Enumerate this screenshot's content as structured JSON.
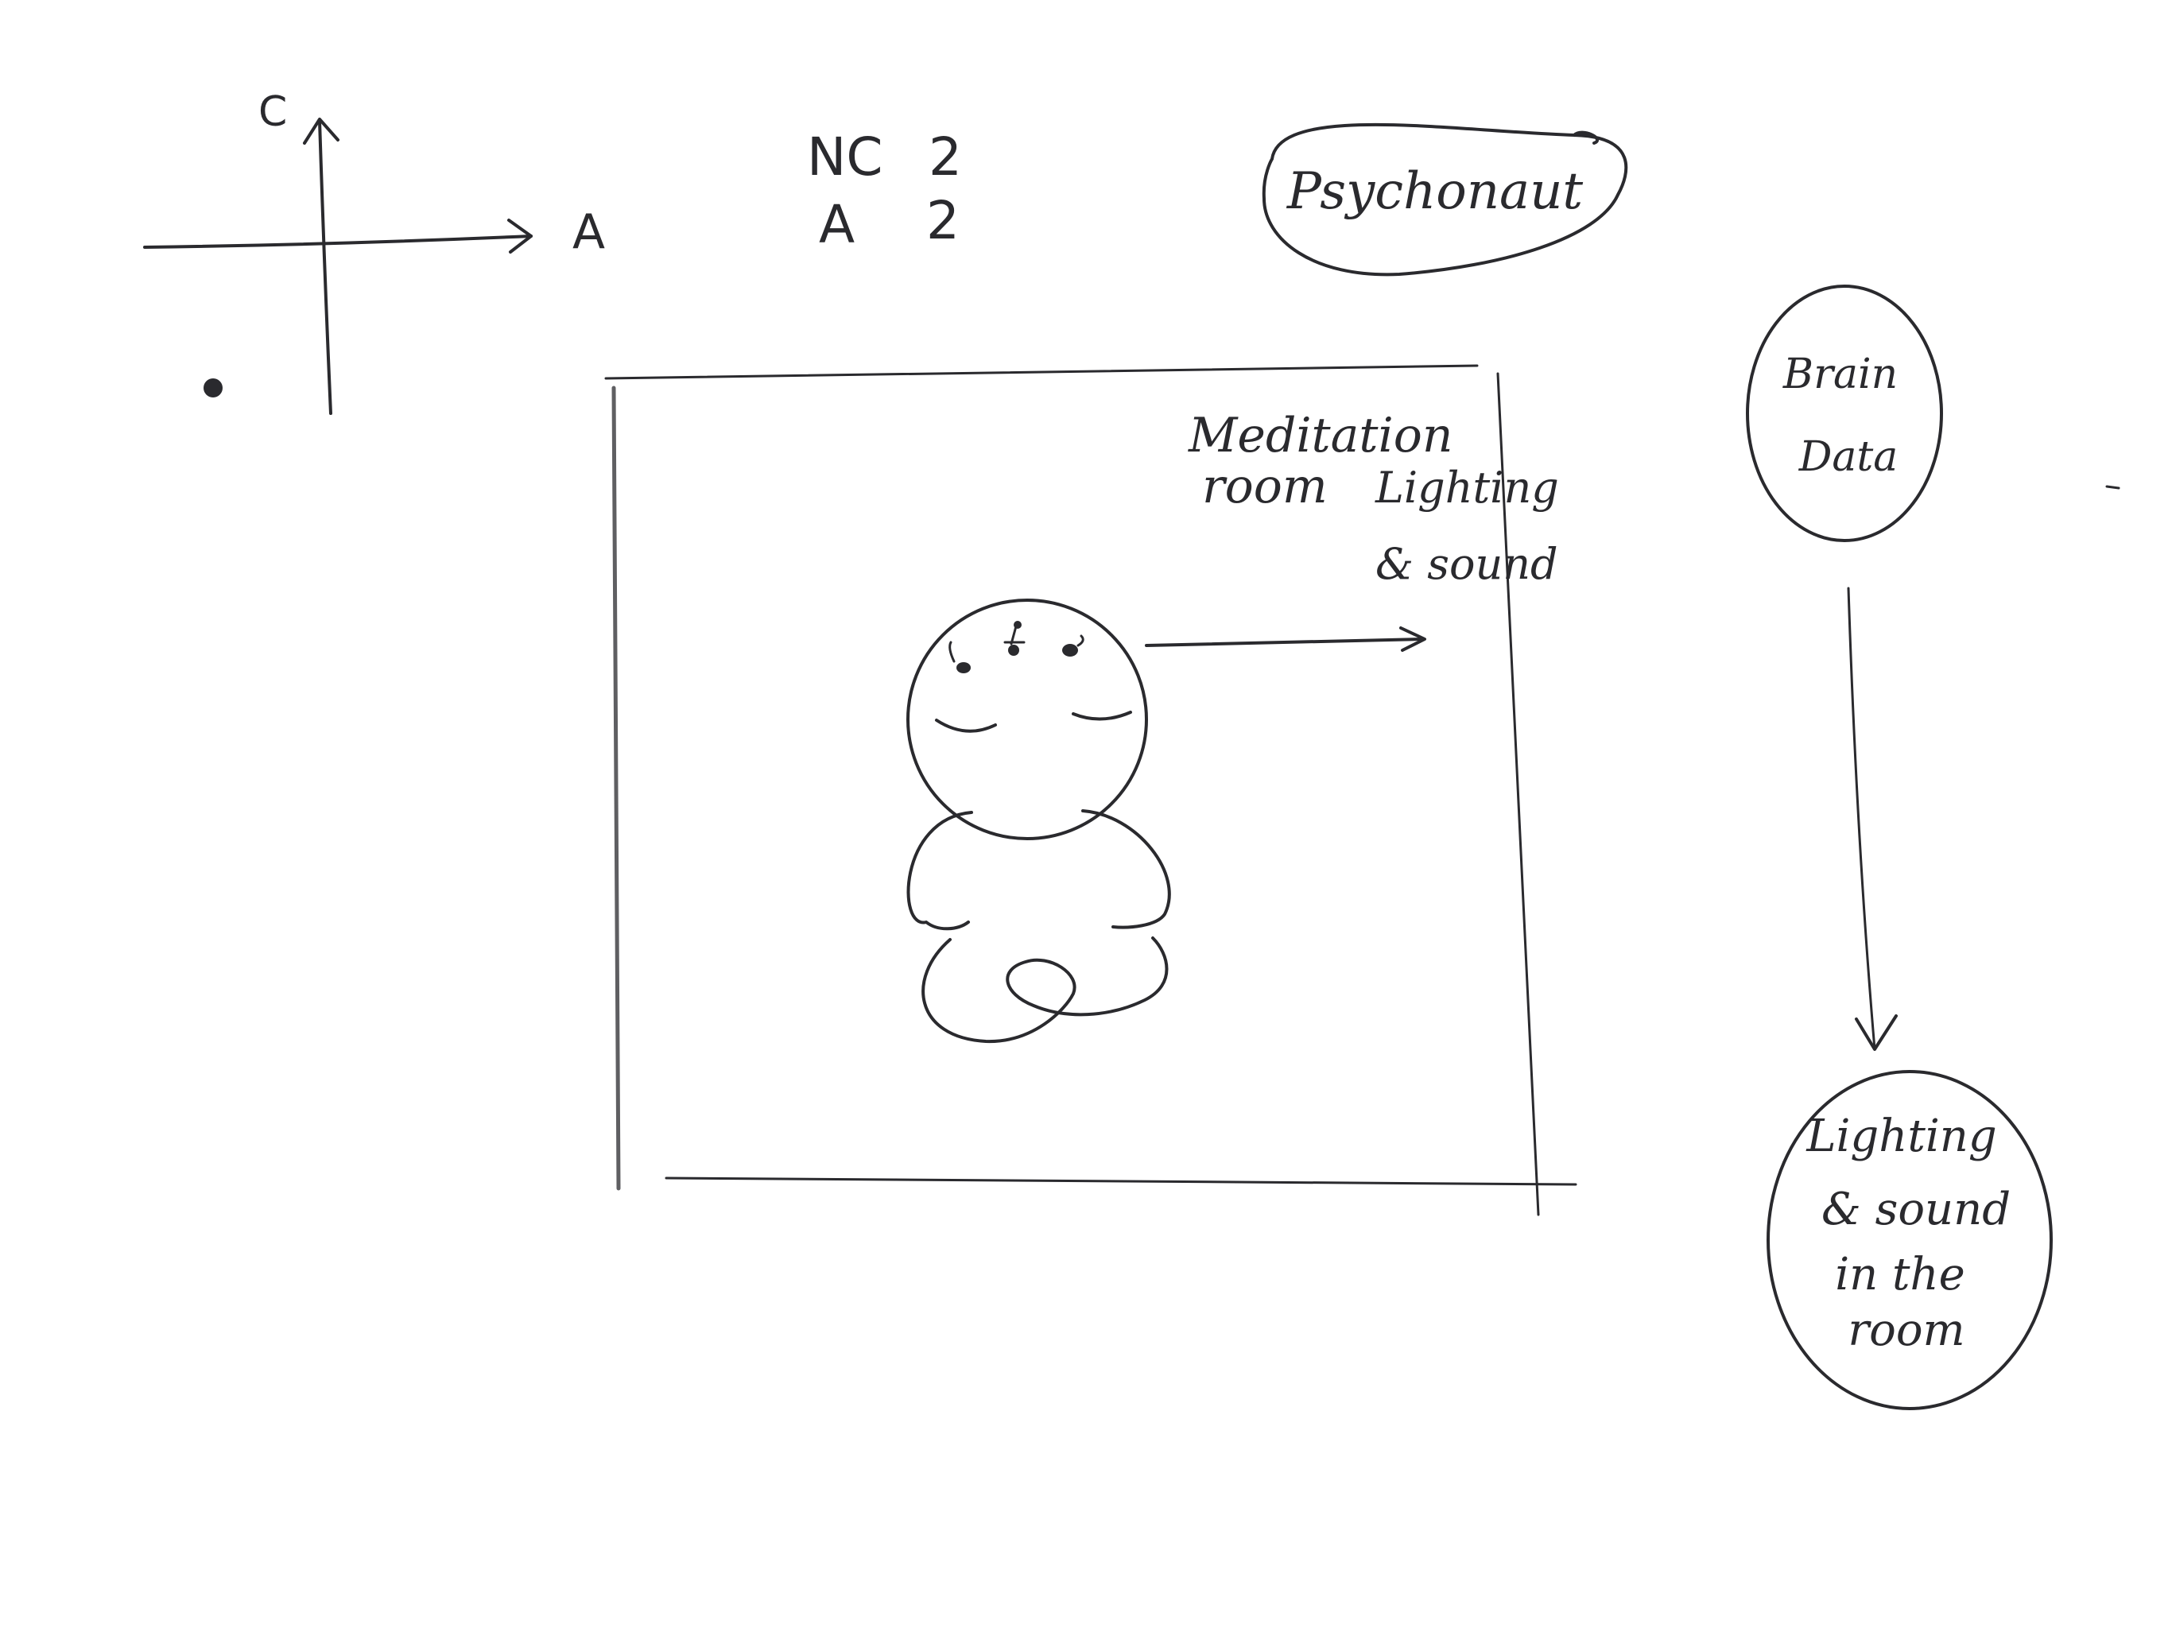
{
  "axes": {
    "y_label": "C",
    "x_label": "A"
  },
  "scores": [
    {
      "label": "NC",
      "value": "2"
    },
    {
      "label": "A",
      "value": "2"
    }
  ],
  "title_oval": {
    "text": "Psychonaut"
  },
  "room": {
    "label_line1": "Meditation",
    "label_line2": "room",
    "output_line1": "Lighting",
    "output_line2": "& sound"
  },
  "flow": {
    "source": {
      "line1": "Brain",
      "line2": "Data"
    },
    "target": {
      "line1": "Lighting",
      "line2": "& sound",
      "line3": "in the",
      "line4": "room"
    }
  },
  "colors": {
    "ink": "#2a2a2e",
    "paper": "#ffffff"
  }
}
